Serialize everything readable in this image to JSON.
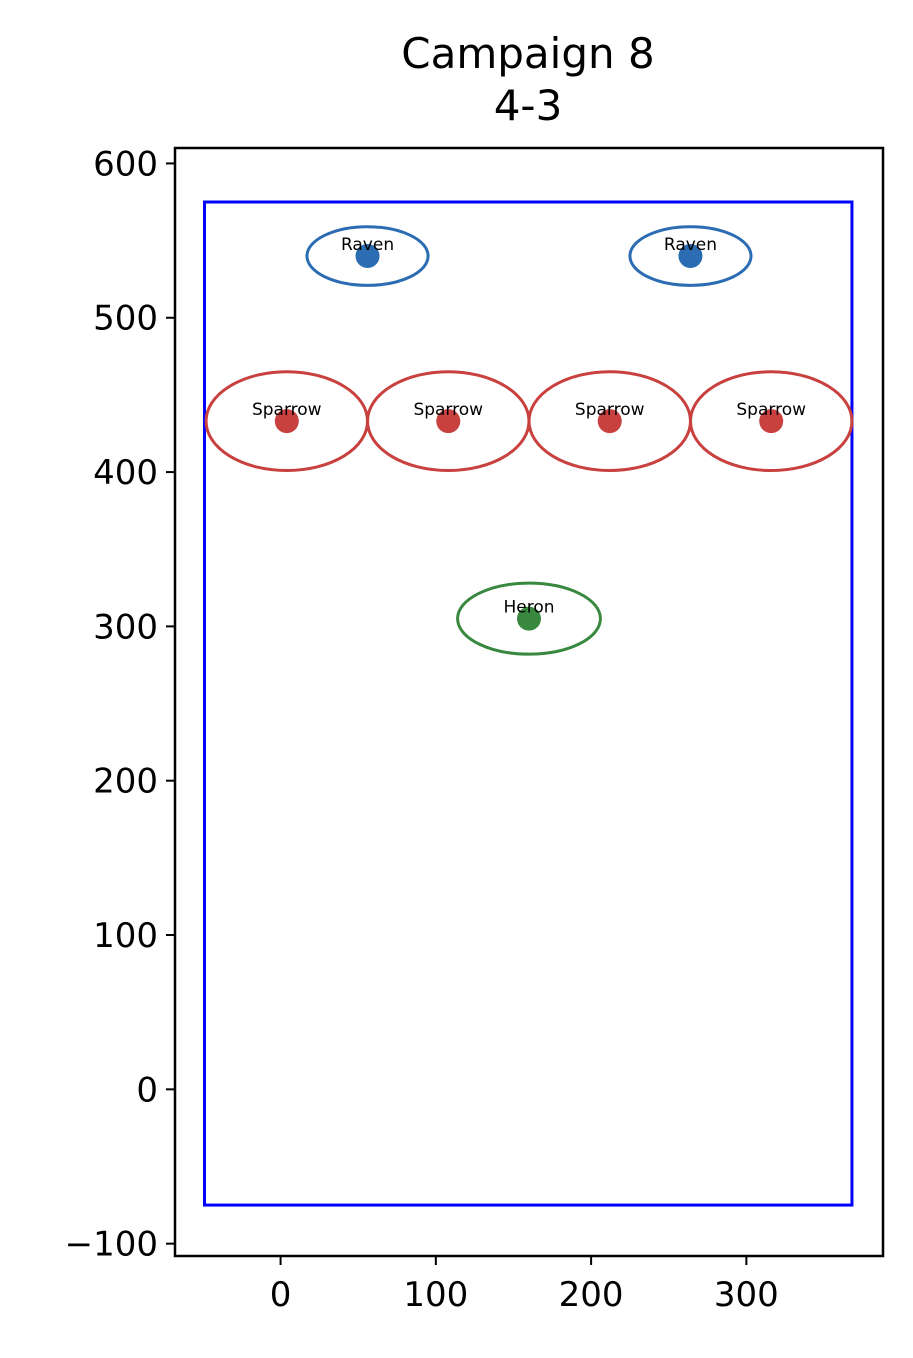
{
  "chart_data": {
    "type": "scatter",
    "title_lines": [
      "Campaign 8",
      "4-3"
    ],
    "xlabel": "",
    "ylabel": "",
    "xlim": [
      -68,
      388
    ],
    "ylim": [
      -108,
      610
    ],
    "xticks": [
      0,
      100,
      200,
      300
    ],
    "yticks": [
      -100,
      0,
      100,
      200,
      300,
      400,
      500,
      600
    ],
    "xtick_labels": [
      "0",
      "100",
      "200",
      "300"
    ],
    "ytick_labels": [
      "−100",
      "0",
      "100",
      "200",
      "300",
      "400",
      "500",
      "600"
    ],
    "boundary": {
      "x0": -49,
      "x1": 368,
      "y0": -75,
      "y1": 575,
      "color": "#0000ff"
    },
    "grid": false,
    "points": [
      {
        "label": "Raven",
        "x": 56,
        "y": 540,
        "rx": 39,
        "ry": 19,
        "color": "#2b6cb3"
      },
      {
        "label": "Raven",
        "x": 264,
        "y": 540,
        "rx": 39,
        "ry": 19,
        "color": "#2b6cb3"
      },
      {
        "label": "Sparrow",
        "x": 4,
        "y": 433,
        "rx": 52,
        "ry": 32,
        "color": "#c8413f"
      },
      {
        "label": "Sparrow",
        "x": 108,
        "y": 433,
        "rx": 52,
        "ry": 32,
        "color": "#c8413f"
      },
      {
        "label": "Sparrow",
        "x": 212,
        "y": 433,
        "rx": 52,
        "ry": 32,
        "color": "#c8413f"
      },
      {
        "label": "Sparrow",
        "x": 316,
        "y": 433,
        "rx": 52,
        "ry": 32,
        "color": "#c8413f"
      },
      {
        "label": "Heron",
        "x": 160,
        "y": 305,
        "rx": 46,
        "ry": 23,
        "color": "#398840"
      }
    ]
  }
}
